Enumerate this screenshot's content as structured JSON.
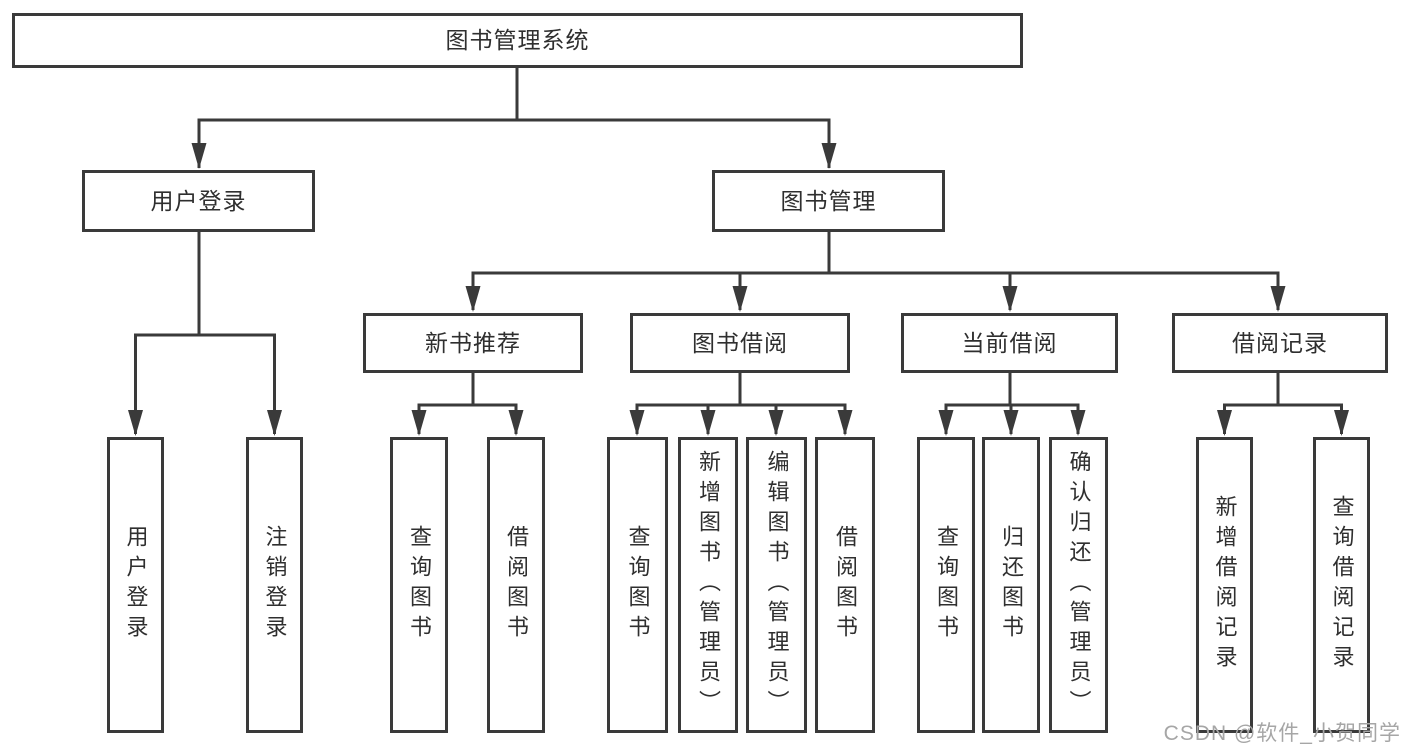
{
  "tree": {
    "label": "图书管理系统",
    "children": [
      {
        "label": "用户登录",
        "children": [
          {
            "label": "用户登录"
          },
          {
            "label": "注销登录"
          }
        ]
      },
      {
        "label": "图书管理",
        "children": [
          {
            "label": "新书推荐",
            "children": [
              {
                "label": "查询图书"
              },
              {
                "label": "借阅图书"
              }
            ]
          },
          {
            "label": "图书借阅",
            "children": [
              {
                "label": "查询图书"
              },
              {
                "label": "新增图书（管理员）"
              },
              {
                "label": "编辑图书（管理员）"
              },
              {
                "label": "借阅图书"
              }
            ]
          },
          {
            "label": "当前借阅",
            "children": [
              {
                "label": "查询图书"
              },
              {
                "label": "归还图书"
              },
              {
                "label": "确认归还（管理员）"
              }
            ]
          },
          {
            "label": "借阅记录",
            "children": [
              {
                "label": "新增借阅记录"
              },
              {
                "label": "查询借阅记录"
              }
            ]
          }
        ]
      }
    ]
  },
  "watermark": {
    "text": "CSDN @软件_小贺同学"
  },
  "colors": {
    "line": "#3a3a3a",
    "box_border": "#3a3a3a",
    "text": "#2f2f2f",
    "background": "#ffffff",
    "watermark": "#a6a6a6"
  }
}
